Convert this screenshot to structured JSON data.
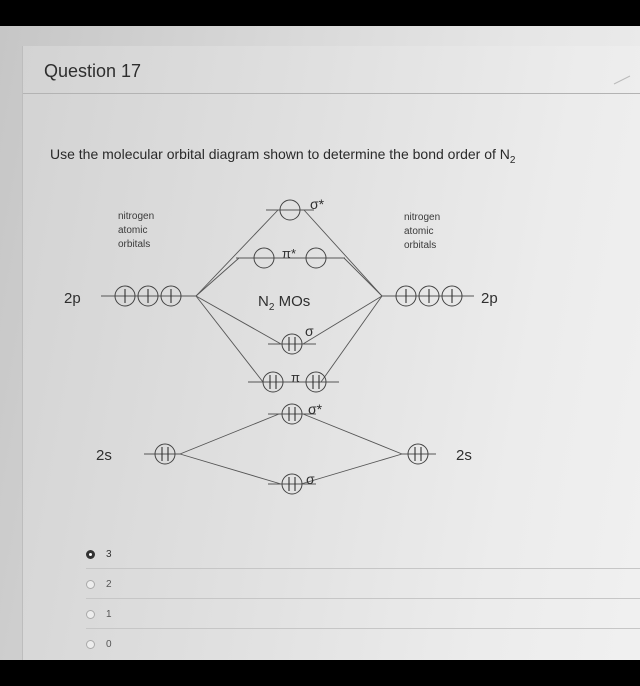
{
  "question": {
    "title": "Question 17",
    "prompt": "Use the molecular orbital diagram shown to determine the bond order of N",
    "prompt_subscript": "2"
  },
  "diagram": {
    "left_header": [
      "nitrogen",
      "atomic",
      "orbitals"
    ],
    "right_header": [
      "nitrogen",
      "atomic",
      "orbitals"
    ],
    "center_label": "N",
    "center_label_sub": "2",
    "center_label_suffix": " MOs",
    "left_2p_label": "2p",
    "right_2p_label": "2p",
    "left_2s_label": "2s",
    "right_2s_label": "2s",
    "sigma_star_2p": "σ*",
    "pi_star_2p": "π*",
    "sigma_2p": "σ",
    "pi_2p": "π",
    "sigma_star_2s": "σ*",
    "sigma_2s": "σ"
  },
  "answers": [
    {
      "label": "3",
      "selected": true
    },
    {
      "label": "2",
      "selected": false
    },
    {
      "label": "1",
      "selected": false
    },
    {
      "label": "0",
      "selected": false
    }
  ]
}
